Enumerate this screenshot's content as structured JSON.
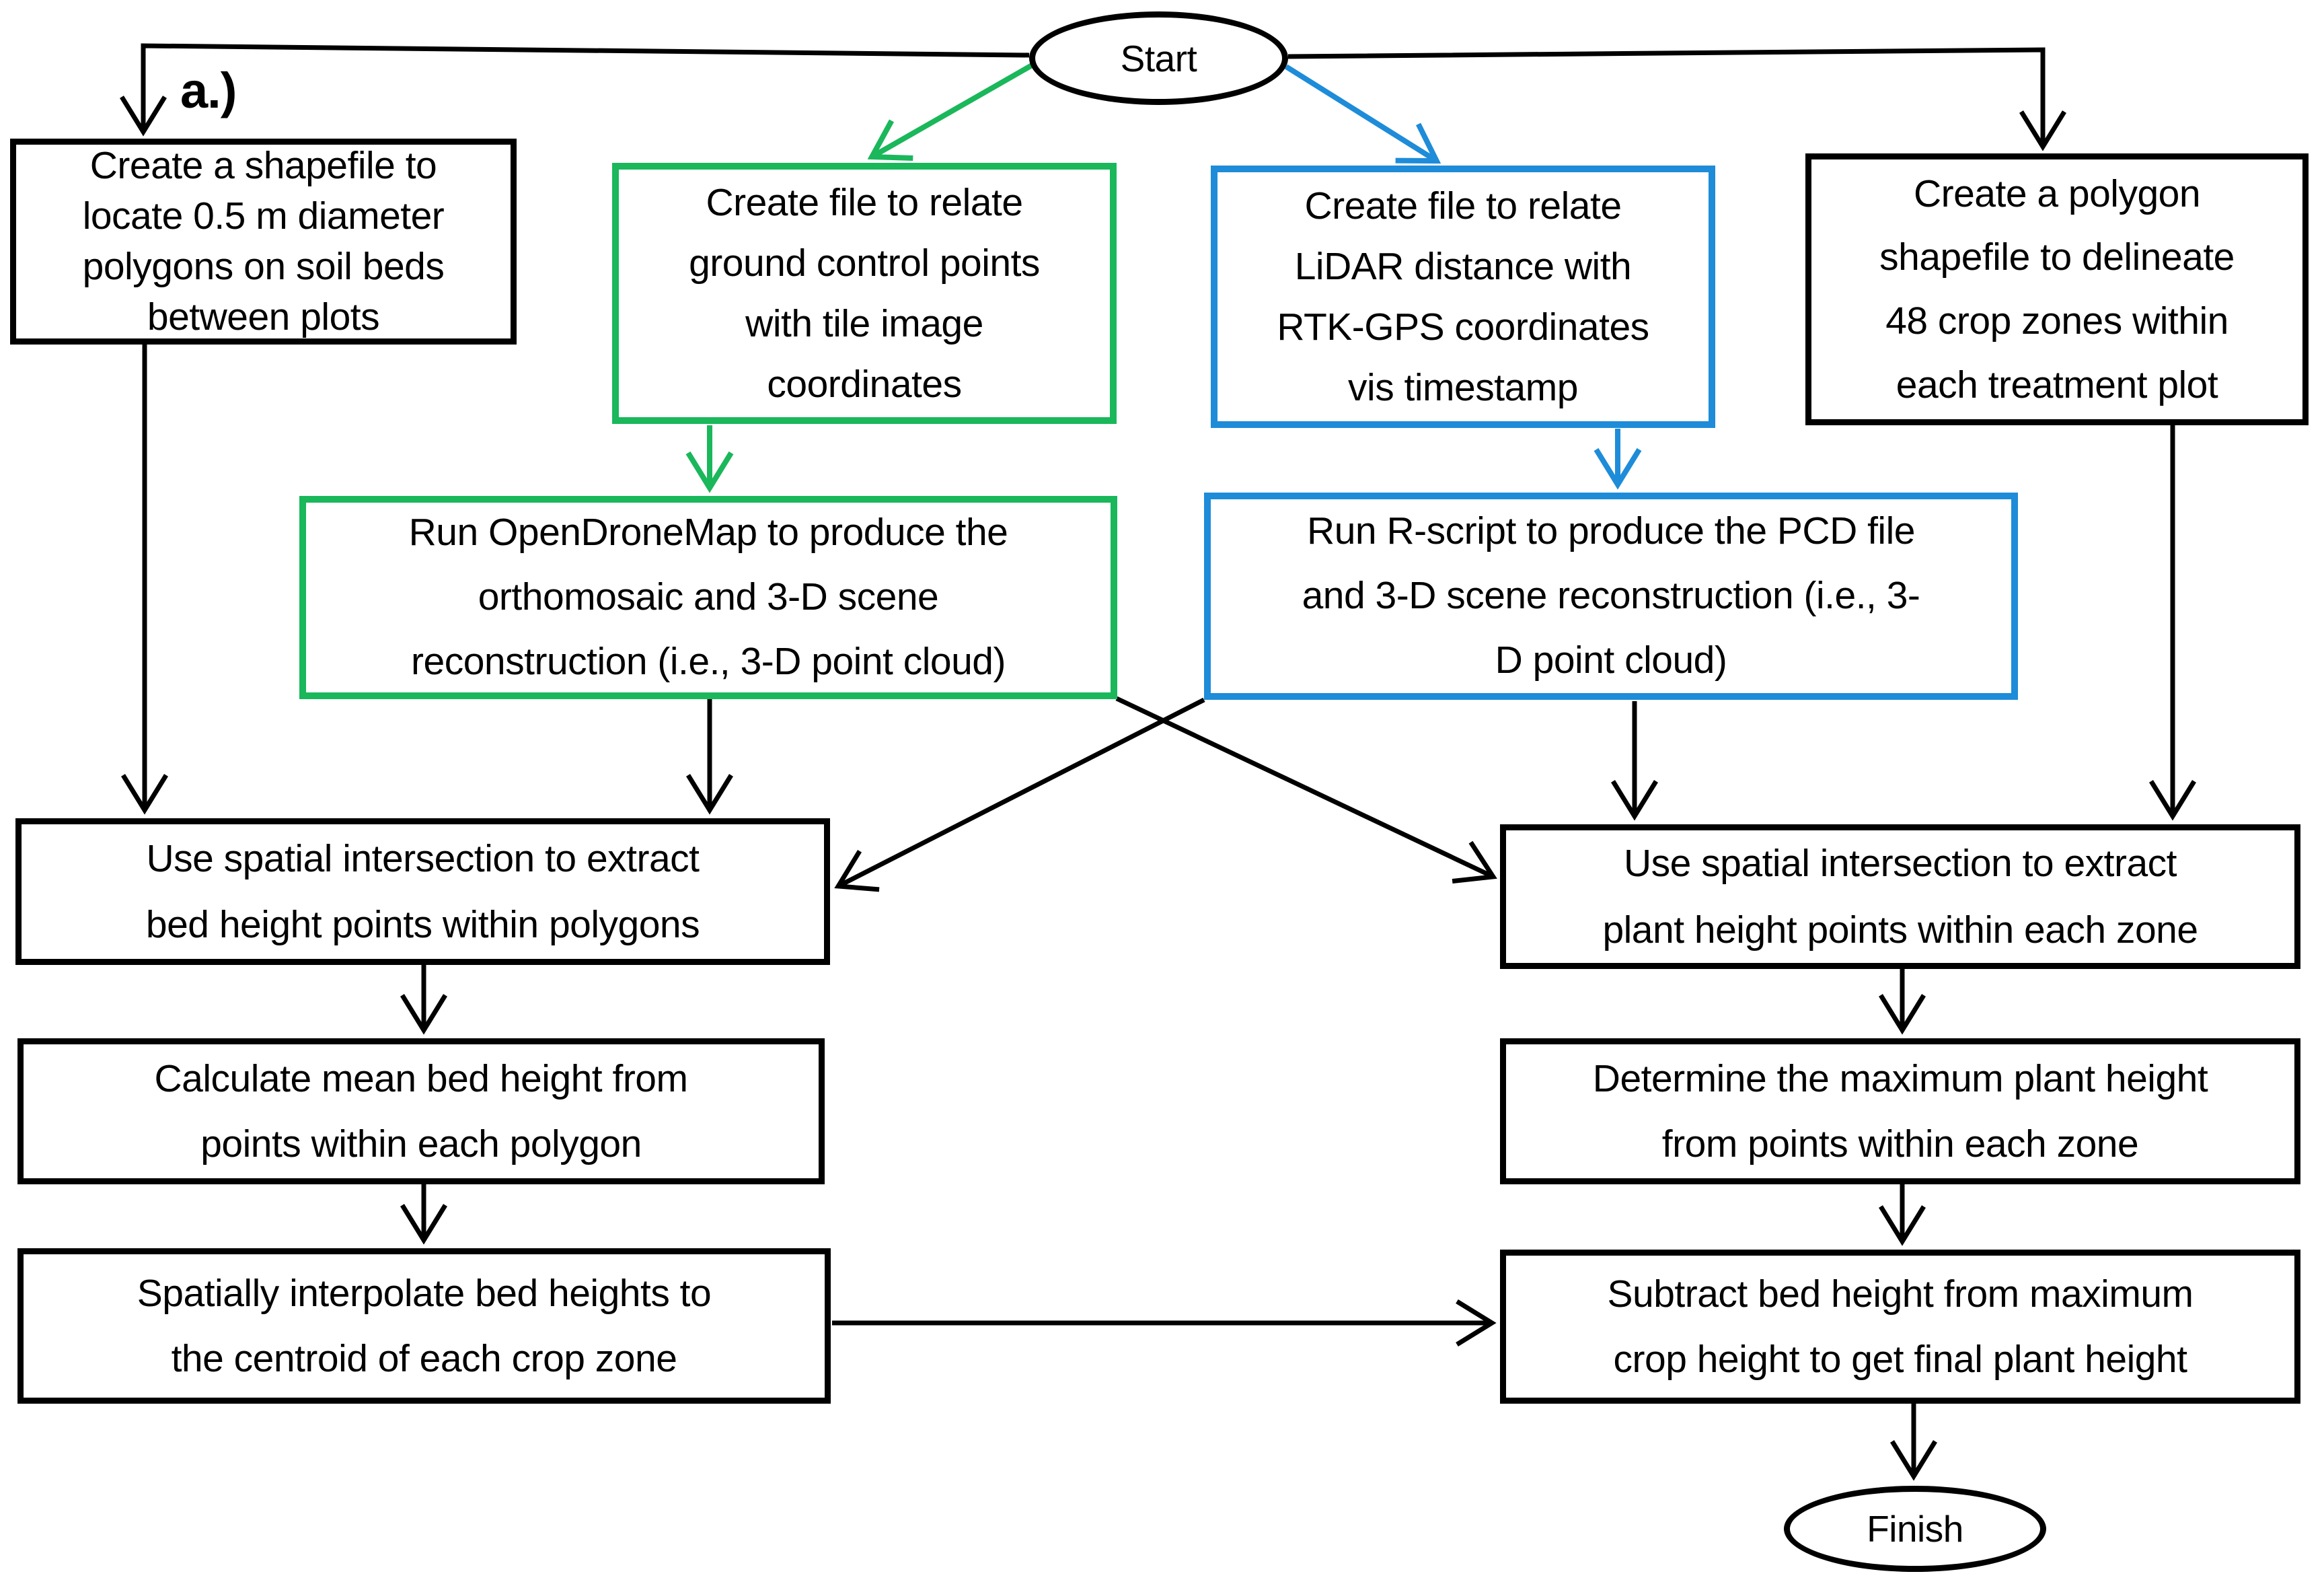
{
  "figure_label": "a.)",
  "start_label": "Start",
  "finish_label": "Finish",
  "colors": {
    "flow_black": "#000000",
    "flow_green": "#1ab75b",
    "flow_blue": "#1e8cd8"
  },
  "nodes": [
    {
      "id": "create-bed-polygon-shapefile",
      "color": "black",
      "text": "Create a shapefile to\nlocate 0.5 m diameter\npolygons on soil beds\nbetween plots"
    },
    {
      "id": "create-gcp-file",
      "color": "green",
      "text": "Create file to relate\nground control points\nwith tile image\ncoordinates"
    },
    {
      "id": "create-lidar-file",
      "color": "blue",
      "text": "Create file to relate\nLiDAR distance with\nRTK-GPS coordinates\nvis timestamp"
    },
    {
      "id": "create-crop-zone-shapefile",
      "color": "black",
      "text": "Create a polygon\nshapefile to delineate\n48 crop zones within\neach treatment plot"
    },
    {
      "id": "run-opendronemap",
      "color": "green",
      "text": "Run OpenDroneMap to produce the\northomosaic and 3-D scene\nreconstruction (i.e., 3-D point cloud)"
    },
    {
      "id": "run-r-script",
      "color": "blue",
      "text": "Run R-script to produce the PCD file\nand 3-D scene reconstruction (i.e., 3-\nD point cloud)"
    },
    {
      "id": "extract-bed-height-points",
      "color": "black",
      "text": "Use spatial intersection to extract\nbed height points within polygons"
    },
    {
      "id": "extract-plant-height-points",
      "color": "black",
      "text": "Use spatial intersection to extract\nplant height points within each zone"
    },
    {
      "id": "calculate-mean-bed-height",
      "color": "black",
      "text": "Calculate mean bed height from\npoints within each polygon"
    },
    {
      "id": "determine-max-plant-height",
      "color": "black",
      "text": "Determine the maximum plant height\nfrom points within each zone"
    },
    {
      "id": "interpolate-bed-heights",
      "color": "black",
      "text": "Spatially interpolate bed heights to\nthe centroid of each crop zone"
    },
    {
      "id": "subtract-bed-height",
      "color": "black",
      "text": "Subtract bed height from maximum\ncrop height to get final plant height"
    }
  ],
  "edges": [
    {
      "from": "start",
      "to": "create-bed-polygon-shapefile",
      "color": "black"
    },
    {
      "from": "start",
      "to": "create-gcp-file",
      "color": "green"
    },
    {
      "from": "start",
      "to": "create-lidar-file",
      "color": "blue"
    },
    {
      "from": "start",
      "to": "create-crop-zone-shapefile",
      "color": "black"
    },
    {
      "from": "create-gcp-file",
      "to": "run-opendronemap",
      "color": "green"
    },
    {
      "from": "create-lidar-file",
      "to": "run-r-script",
      "color": "blue"
    },
    {
      "from": "create-bed-polygon-shapefile",
      "to": "extract-bed-height-points",
      "color": "black"
    },
    {
      "from": "run-opendronemap",
      "to": "extract-bed-height-points",
      "color": "black"
    },
    {
      "from": "run-r-script",
      "to": "extract-bed-height-points",
      "color": "black"
    },
    {
      "from": "run-opendronemap",
      "to": "extract-plant-height-points",
      "color": "black"
    },
    {
      "from": "run-r-script",
      "to": "extract-plant-height-points",
      "color": "black"
    },
    {
      "from": "create-crop-zone-shapefile",
      "to": "extract-plant-height-points",
      "color": "black"
    },
    {
      "from": "extract-bed-height-points",
      "to": "calculate-mean-bed-height",
      "color": "black"
    },
    {
      "from": "calculate-mean-bed-height",
      "to": "interpolate-bed-heights",
      "color": "black"
    },
    {
      "from": "extract-plant-height-points",
      "to": "determine-max-plant-height",
      "color": "black"
    },
    {
      "from": "determine-max-plant-height",
      "to": "subtract-bed-height",
      "color": "black"
    },
    {
      "from": "interpolate-bed-heights",
      "to": "subtract-bed-height",
      "color": "black"
    },
    {
      "from": "subtract-bed-height",
      "to": "finish",
      "color": "black"
    }
  ]
}
